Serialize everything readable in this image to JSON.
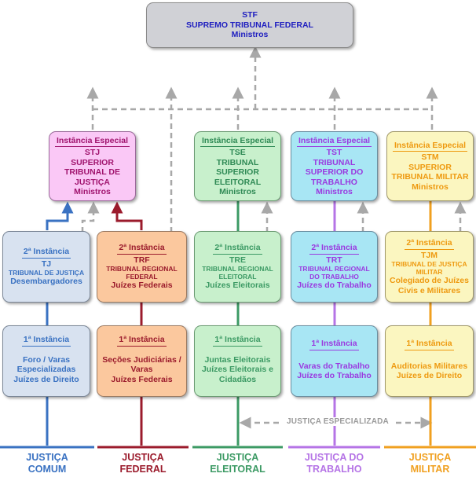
{
  "colors": {
    "comum": "#3a72c2",
    "federal": "#9b1b2c",
    "eleitoral": "#3c9a64",
    "trabalho": "#b574e6",
    "militar": "#f0a020",
    "gray": "#a8a8a8",
    "stf_fill": "#d0d1d6"
  },
  "stf": {
    "line1": "STF",
    "line2": "SUPREMO TRIBUNAL FEDERAL",
    "line3": "Ministros"
  },
  "instancias_especiais": [
    {
      "heading": "Instância Especial",
      "code": "STJ",
      "lines": [
        "SUPERIOR",
        "TRIBUNAL DE",
        "JUSTIÇA"
      ],
      "members": "Ministros"
    },
    {
      "heading": "Instância Especial",
      "code": "TSE",
      "lines": [
        "TRIBUNAL",
        "SUPERIOR",
        "ELEITORAL"
      ],
      "members": "Ministros"
    },
    {
      "heading": "Instância Especial",
      "code": "TST",
      "lines": [
        "TRIBUNAL",
        "SUPERIOR DO",
        "TRABALHO"
      ],
      "members": "Ministros"
    },
    {
      "heading": "Instância Especial",
      "code": "STM",
      "lines": [
        "SUPERIOR",
        "TRIBUNAL MILITAR"
      ],
      "members": "Ministros"
    }
  ],
  "segundas": [
    {
      "heading": "2ª Instância",
      "code": "TJ",
      "lines": [
        "TRIBUNAL DE JUSTIÇA"
      ],
      "members": "Desembargadores"
    },
    {
      "heading": "2ª Instância",
      "code": "TRF",
      "lines": [
        "TRIBUNAL REGIONAL",
        "FEDERAL"
      ],
      "members": "Juízes Federais"
    },
    {
      "heading": "2ª Instância",
      "code": "TRE",
      "lines": [
        "TRIBUNAL REGIONAL",
        "ELEITORAL"
      ],
      "members": "Juízes Eleitorais"
    },
    {
      "heading": "2ª Instância",
      "code": "TRT",
      "lines": [
        "TRIBUNAL REGIONAL",
        "DO TRABALHO"
      ],
      "members": "Juízes do Trabalho"
    },
    {
      "heading": "2ª Instância",
      "code": "TJM",
      "lines": [
        "TRIBUNAL DE JUSTIÇA",
        "MILITAR"
      ],
      "members": "Colegiado de Juízes Civis e Militares"
    }
  ],
  "primeiras": [
    {
      "heading": "1ª Instância",
      "lines": [
        "Foro / Varas",
        "Especializadas",
        "Juízes de Direito"
      ]
    },
    {
      "heading": "1ª Instância",
      "lines": [
        "Seções Judiciárias /",
        "Varas",
        "Juízes Federais"
      ]
    },
    {
      "heading": "1ª Instância",
      "lines": [
        "Juntas Eleitorais",
        "Juízes Eleitorais e",
        "Cidadãos"
      ]
    },
    {
      "heading": "1ª Instância",
      "lines": [
        "Varas do Trabalho",
        "Juízes do Trabalho"
      ]
    },
    {
      "heading": "1ª Instância",
      "lines": [
        "Auditorias Militares",
        "Juízes de Direito"
      ]
    }
  ],
  "especializada_label": "JUSTIÇA ESPECIALIZADA",
  "justicas": [
    {
      "line1": "JUSTIÇA",
      "line2": "COMUM"
    },
    {
      "line1": "JUSTIÇA",
      "line2": "FEDERAL"
    },
    {
      "line1": "JUSTIÇA",
      "line2": "ELEITORAL"
    },
    {
      "line1": "JUSTIÇA DO",
      "line2": "TRABALHO"
    },
    {
      "line1": "JUSTIÇA",
      "line2": "MILITAR"
    }
  ]
}
